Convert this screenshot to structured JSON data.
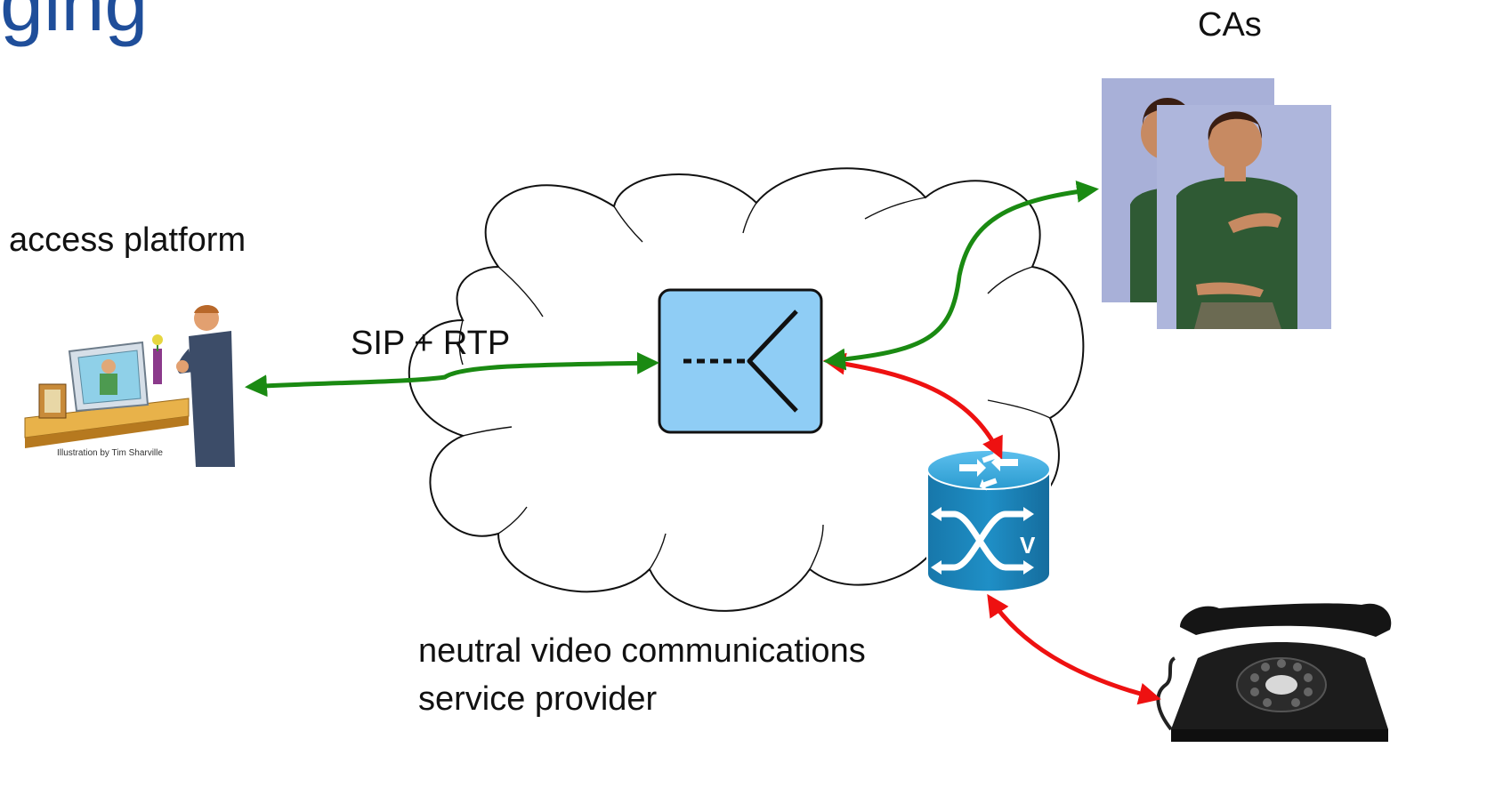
{
  "title_fragment": "ging",
  "labels": {
    "cas": "CAs",
    "access_platform": "access platform",
    "protocol": "SIP + RTP",
    "provider_line1": "neutral video communications",
    "provider_line2": "service provider"
  },
  "illustration_credit": "Illustration by Tim Sharville",
  "gateway_letter": "V",
  "colors": {
    "signal_link": "#1a8a12",
    "voice_link": "#ee1111",
    "server_fill": "#8fcdf5",
    "gateway_fill": "#1f8fc6",
    "title": "#1f4e9a"
  },
  "icons": {
    "server": "media-server-icon",
    "gateway": "gateway-router-icon",
    "phone": "rotary-telephone-icon",
    "user": "video-phone-user-icon",
    "agents": "sign-language-agent-icon"
  }
}
